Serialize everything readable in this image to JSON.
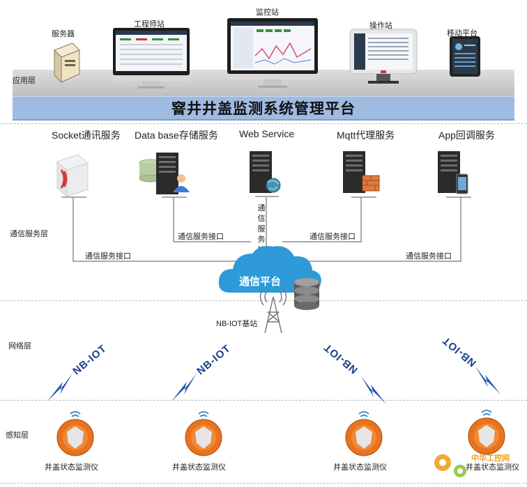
{
  "layers": {
    "application": "应用层",
    "comm_service": "通信服务层",
    "network": "网络层",
    "perception": "感知层"
  },
  "devices": {
    "server": "服务器",
    "engineer": "工程师站",
    "monitor": "监控站",
    "operator": "操作站",
    "mobile": "移动平台"
  },
  "platform_title": "窨井井盖监测系统管理平台",
  "services": {
    "socket": "Socket通讯服务",
    "database": "Data base存储服务",
    "web": "Web Service",
    "mqtt": "Mqtt代理服务",
    "app": "App回调服务"
  },
  "interface_label": "通信服务接口",
  "cloud_label": "通信平台",
  "base_station": "NB-IOT基站",
  "nb_label": "NB-IOT",
  "sensor_label": "井盖状态监测仪",
  "watermark": "中华工控网",
  "colors": {
    "platform_bar": "#9fbbe2",
    "cloud": "#2e9ad8",
    "sensor": "#e8731c",
    "lightning": "#1c4fb0"
  }
}
